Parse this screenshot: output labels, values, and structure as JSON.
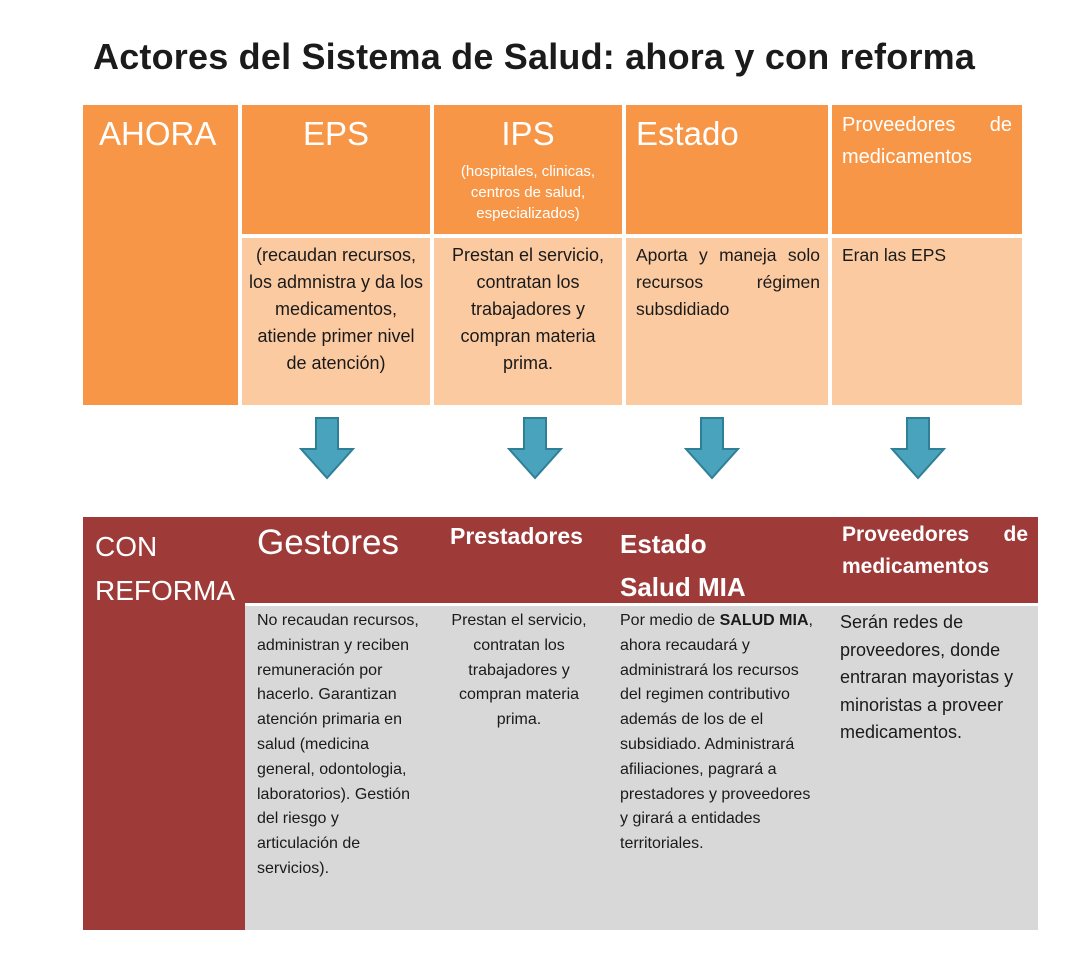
{
  "title": "Actores del Sistema de Salud: ahora y con reforma",
  "colors": {
    "orange": "#f79646",
    "peach": "#fbcaa1",
    "maroon": "#9e3a38",
    "grey": "#d8d8d8",
    "arrow": "#4aa3bd"
  },
  "ahora": {
    "label": "AHORA",
    "columns": [
      {
        "header": "EPS",
        "sub": "",
        "description": "(recaudan recursos, los admnistra y da los medicamentos, atiende primer nivel de atención)"
      },
      {
        "header": "IPS",
        "sub": "(hospitales, clinicas, centros de salud, especializados)",
        "description": "Prestan el servicio, contratan los trabajadores y compran materia prima."
      },
      {
        "header": "Estado",
        "sub": "",
        "description": "Aporta y maneja solo recursos régimen subsdidiado"
      },
      {
        "header": "Proveedores de medicamentos",
        "sub": "",
        "description": "Eran las EPS"
      }
    ]
  },
  "arrows": [
    "arrow-down-icon",
    "arrow-down-icon",
    "arrow-down-icon",
    "arrow-down-icon"
  ],
  "reforma": {
    "label_line1": "CON",
    "label_line2": "REFORMA",
    "columns": [
      {
        "header": "Gestores",
        "description": "No recaudan recursos, administran y reciben remuneración por hacerlo. Garantizan atención primaria en salud (medicina general, odontologia, laboratorios). Gestión del riesgo y articulación de servicios)."
      },
      {
        "header": "Prestadores",
        "description": "Prestan el servicio, contratan los trabajadores y compran materia prima."
      },
      {
        "header_line1": "Estado",
        "header_line2": "Salud MIA",
        "desc_prefix": "Por medio de ",
        "desc_bold": "SALUD MIA",
        "desc_rest": ", ahora recaudará y administrará los recursos del regimen contributivo además de los de el subsidiado. Administrará afiliaciones, pagrará a prestadores y proveedores y girará a entidades territoriales."
      },
      {
        "header": "Proveedores de medicamentos",
        "description": "Serán redes de proveedores, donde entraran mayoristas y minoristas a proveer medicamentos."
      }
    ]
  }
}
